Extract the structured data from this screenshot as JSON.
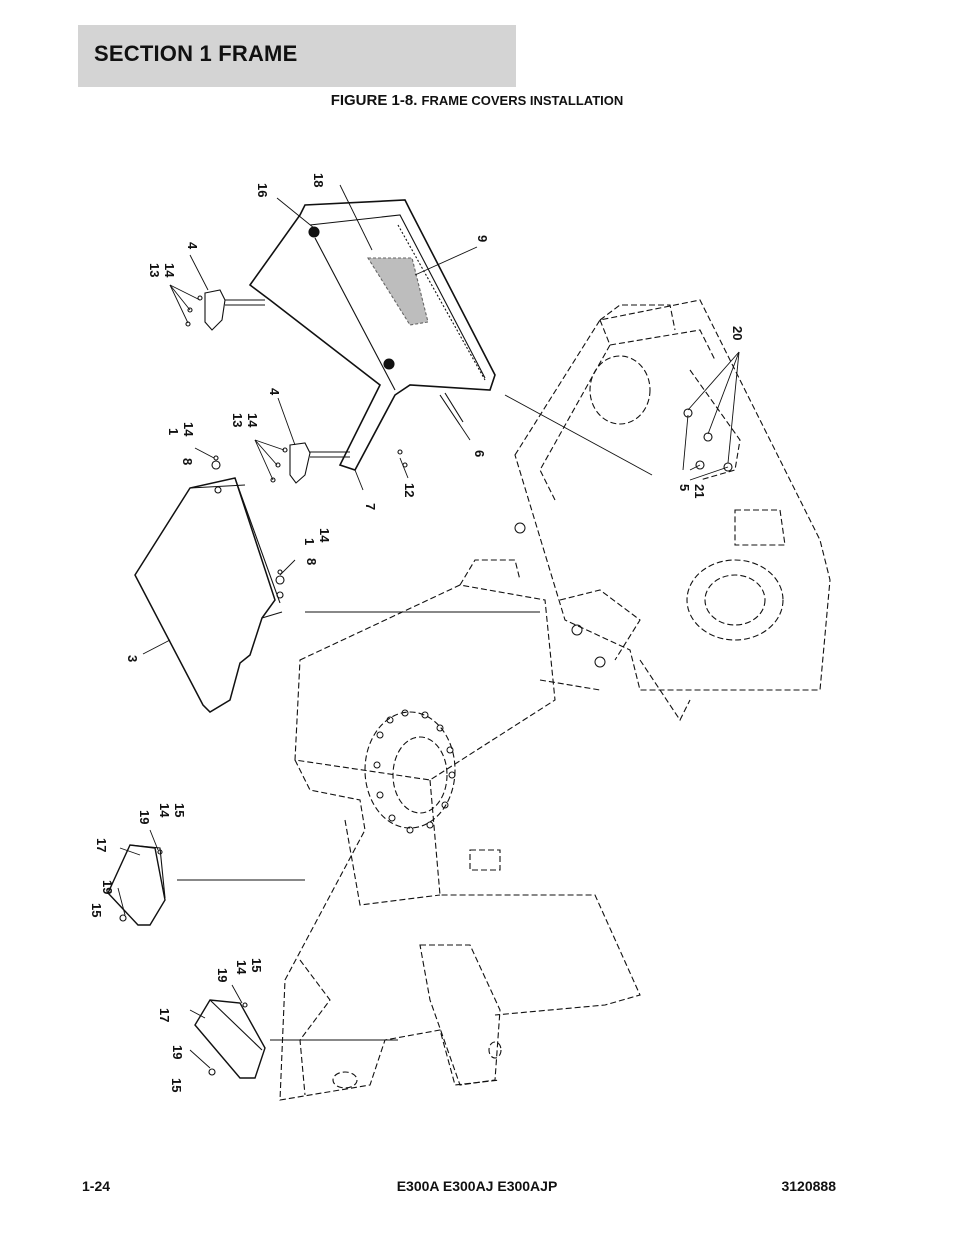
{
  "header": {
    "section": "SECTION 1  FRAME"
  },
  "figure": {
    "label": "FIGURE 1-8.",
    "title": "FRAME COVERS INSTALLATION"
  },
  "callouts": [
    "1",
    "3",
    "4",
    "5",
    "6",
    "7",
    "8",
    "9",
    "12",
    "13",
    "14",
    "15",
    "16",
    "17",
    "18",
    "19",
    "20",
    "21"
  ],
  "footer": {
    "page": "1-24",
    "models": "E300A E300AJ E300AJP",
    "part_number": "3120888"
  }
}
